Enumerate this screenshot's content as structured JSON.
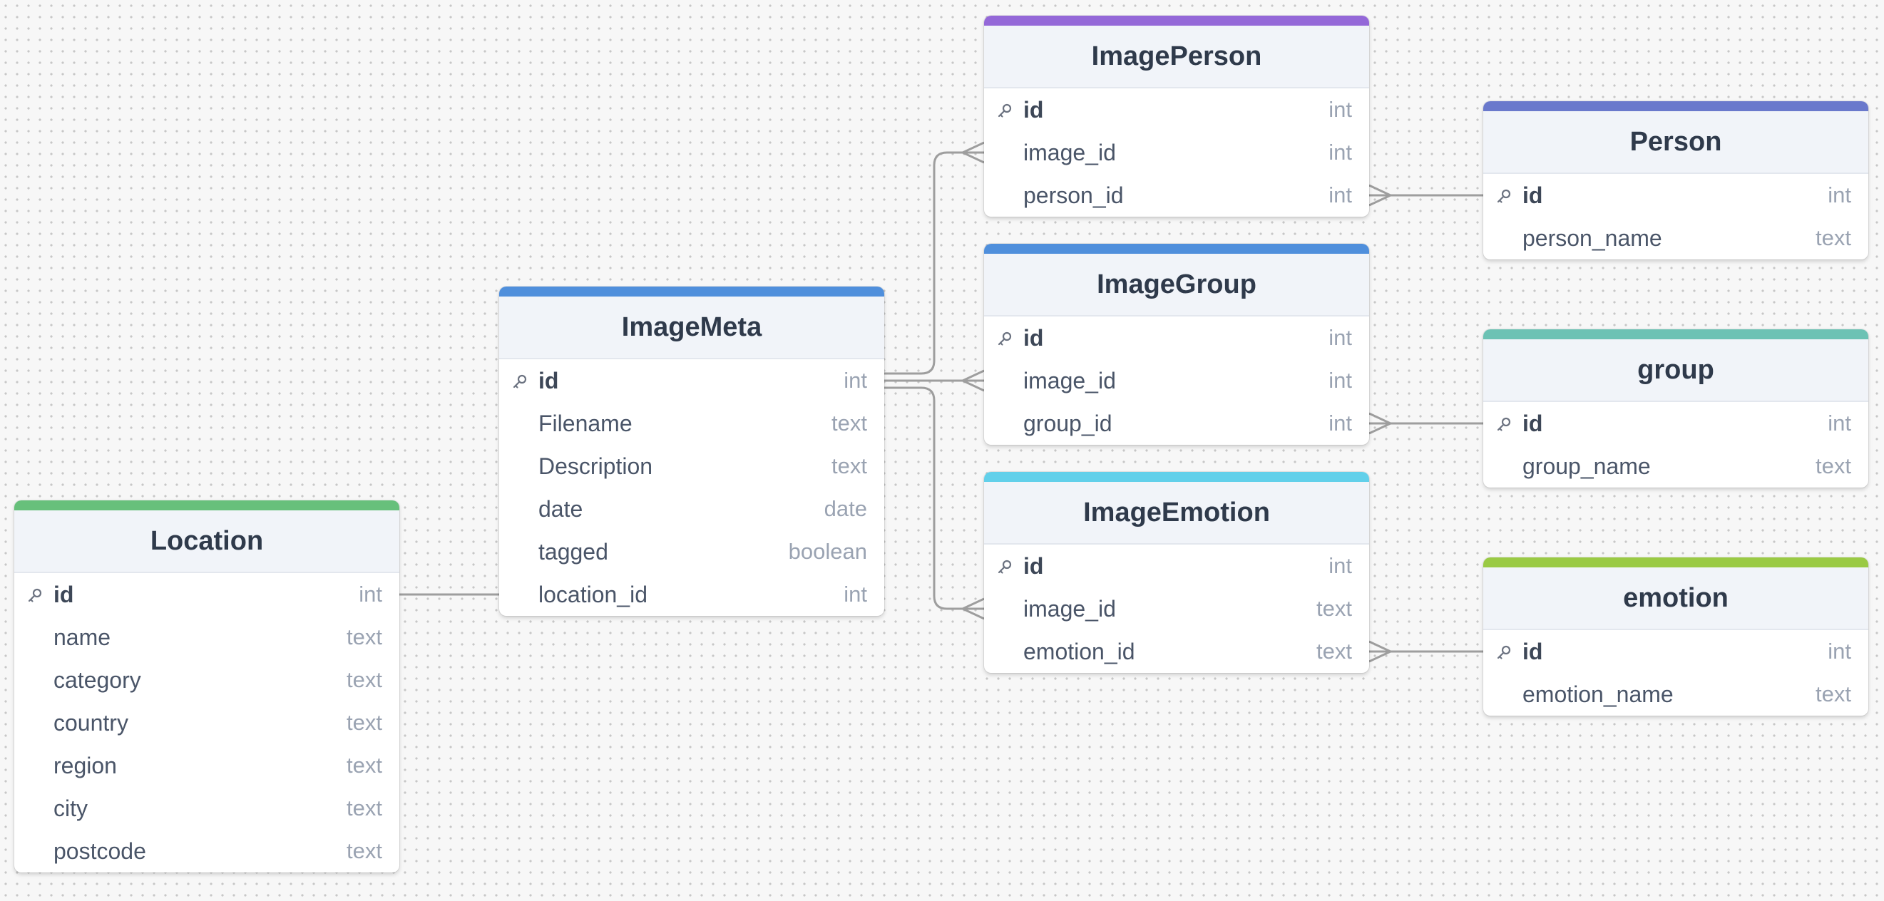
{
  "colors": {
    "background": "#f7f7f7",
    "edge": "#9e9e9e",
    "header_bg": "#f1f4f9"
  },
  "icons": {
    "primary_key": "key-icon"
  },
  "tables": [
    {
      "id": "ImagePerson",
      "name": "ImagePerson",
      "color": "#9468d8",
      "columns": [
        {
          "name": "id",
          "type": "int",
          "pk": true
        },
        {
          "name": "image_id",
          "type": "int",
          "pk": false
        },
        {
          "name": "person_id",
          "type": "int",
          "pk": false
        }
      ]
    },
    {
      "id": "Person",
      "name": "Person",
      "color": "#6a79cc",
      "columns": [
        {
          "name": "id",
          "type": "int",
          "pk": true
        },
        {
          "name": "person_name",
          "type": "text",
          "pk": false
        }
      ]
    },
    {
      "id": "ImageGroup",
      "name": "ImageGroup",
      "color": "#4f8fdc",
      "columns": [
        {
          "name": "id",
          "type": "int",
          "pk": true
        },
        {
          "name": "image_id",
          "type": "int",
          "pk": false
        },
        {
          "name": "group_id",
          "type": "int",
          "pk": false
        }
      ]
    },
    {
      "id": "ImageMeta",
      "name": "ImageMeta",
      "color": "#4f8fdc",
      "columns": [
        {
          "name": "id",
          "type": "int",
          "pk": true
        },
        {
          "name": "Filename",
          "type": "text",
          "pk": false
        },
        {
          "name": "Description",
          "type": "text",
          "pk": false
        },
        {
          "name": "date",
          "type": "date",
          "pk": false
        },
        {
          "name": "tagged",
          "type": "boolean",
          "pk": false
        },
        {
          "name": "location_id",
          "type": "int",
          "pk": false
        }
      ]
    },
    {
      "id": "group",
      "name": "group",
      "color": "#6cc2b4",
      "columns": [
        {
          "name": "id",
          "type": "int",
          "pk": true
        },
        {
          "name": "group_name",
          "type": "text",
          "pk": false
        }
      ]
    },
    {
      "id": "ImageEmotion",
      "name": "ImageEmotion",
      "color": "#62d0ea",
      "columns": [
        {
          "name": "id",
          "type": "int",
          "pk": true
        },
        {
          "name": "image_id",
          "type": "text",
          "pk": false
        },
        {
          "name": "emotion_id",
          "type": "text",
          "pk": false
        }
      ]
    },
    {
      "id": "Location",
      "name": "Location",
      "color": "#67c07b",
      "columns": [
        {
          "name": "id",
          "type": "int",
          "pk": true
        },
        {
          "name": "name",
          "type": "text",
          "pk": false
        },
        {
          "name": "category",
          "type": "text",
          "pk": false
        },
        {
          "name": "country",
          "type": "text",
          "pk": false
        },
        {
          "name": "region",
          "type": "text",
          "pk": false
        },
        {
          "name": "city",
          "type": "text",
          "pk": false
        },
        {
          "name": "postcode",
          "type": "text",
          "pk": false
        }
      ]
    },
    {
      "id": "emotion",
      "name": "emotion",
      "color": "#9aca44",
      "columns": [
        {
          "name": "id",
          "type": "int",
          "pk": true
        },
        {
          "name": "emotion_name",
          "type": "text",
          "pk": false
        }
      ]
    }
  ],
  "relationships": [
    {
      "from": "ImageMeta.id",
      "to": "ImagePerson.image_id",
      "cardinality": "one-to-many"
    },
    {
      "from": "ImageMeta.id",
      "to": "ImageGroup.image_id",
      "cardinality": "one-to-many"
    },
    {
      "from": "ImageMeta.id",
      "to": "ImageEmotion.image_id",
      "cardinality": "one-to-many"
    },
    {
      "from": "Person.id",
      "to": "ImagePerson.person_id",
      "cardinality": "one-to-many"
    },
    {
      "from": "group.id",
      "to": "ImageGroup.group_id",
      "cardinality": "one-to-many"
    },
    {
      "from": "emotion.id",
      "to": "ImageEmotion.emotion_id",
      "cardinality": "one-to-many"
    },
    {
      "from": "Location.id",
      "to": "ImageMeta.location_id",
      "cardinality": "one-to-one"
    }
  ]
}
